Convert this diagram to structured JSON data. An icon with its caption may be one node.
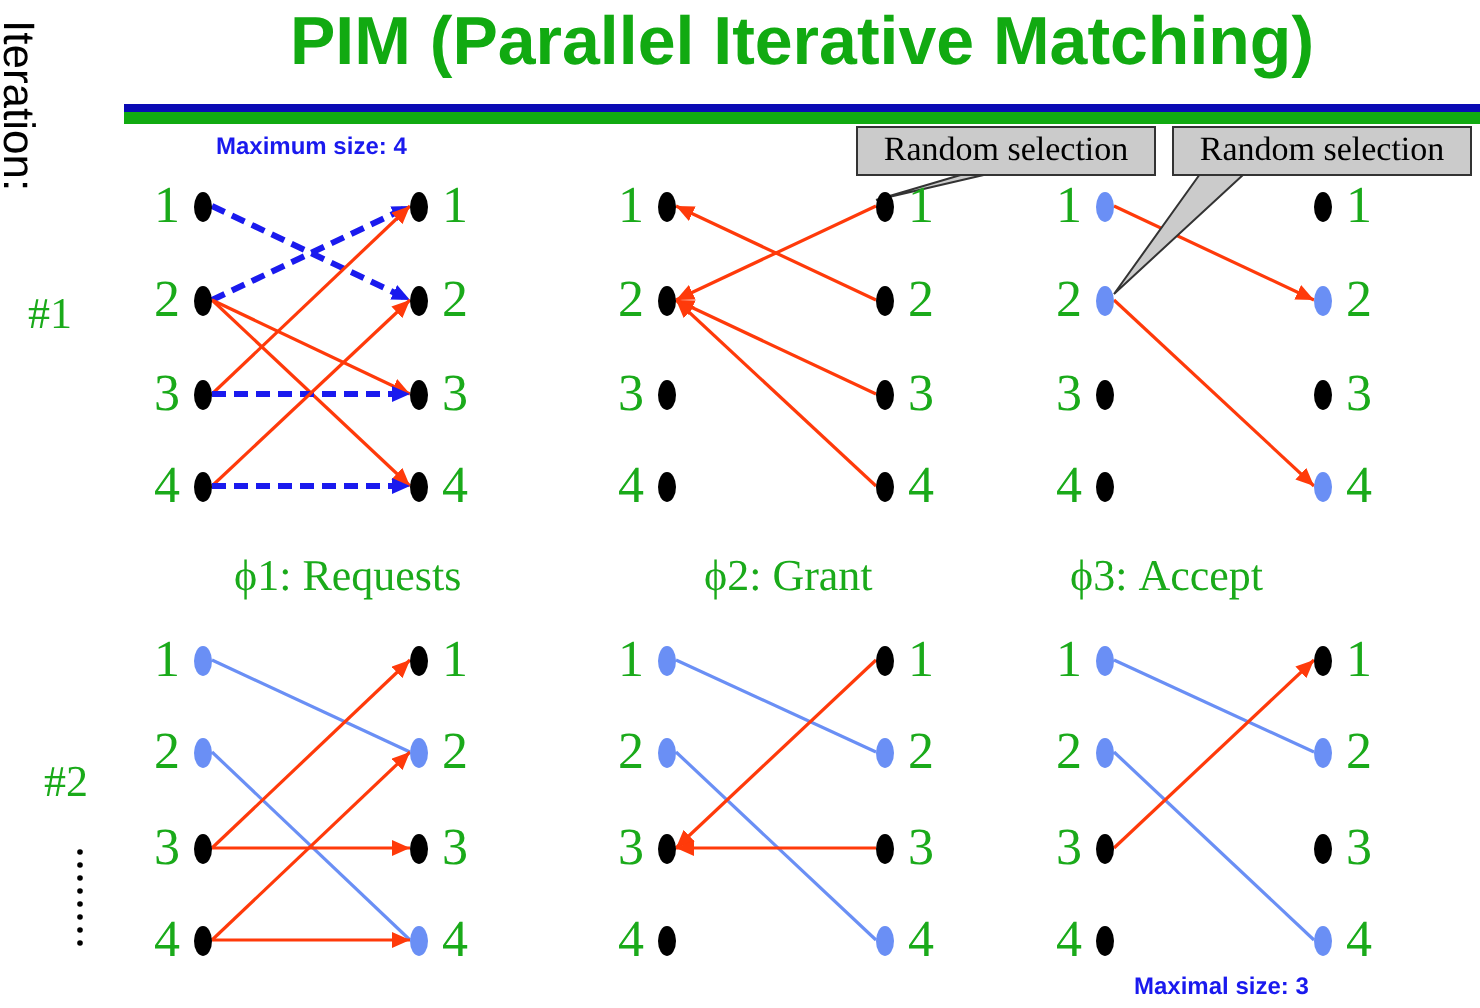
{
  "diagram": {
    "title": "PIM (Parallel Iterative Matching)",
    "nodes": [
      {
        "text": [
          "1"
        ]
      },
      {
        "text": [
          "2"
        ]
      },
      {
        "text": [
          "3"
        ]
      },
      {
        "text": [
          "4"
        ]
      },
      {
        "text": [
          "1"
        ]
      },
      {
        "text": [
          "2"
        ]
      },
      {
        "text": [
          "3"
        ]
      },
      {
        "text": [
          "4"
        ]
      },
      {
        "text": [
          "1"
        ]
      },
      {
        "text": [
          "2"
        ]
      },
      {
        "text": [
          "3"
        ]
      },
      {
        "text": [
          "4"
        ]
      },
      {
        "text": [
          "1"
        ]
      },
      {
        "text": [
          "2"
        ]
      },
      {
        "text": [
          "3"
        ]
      },
      {
        "text": [
          "4"
        ]
      },
      {
        "text": [
          "1"
        ]
      },
      {
        "text": [
          "2"
        ]
      },
      {
        "text": [
          "3"
        ]
      },
      {
        "text": [
          "4"
        ]
      },
      {
        "text": [
          "1"
        ]
      },
      {
        "text": [
          "2"
        ]
      },
      {
        "text": [
          "3"
        ]
      },
      {
        "text": [
          "4"
        ]
      },
      {
        "text": [
          "1"
        ]
      },
      {
        "text": [
          "2"
        ]
      },
      {
        "text": [
          "3"
        ]
      },
      {
        "text": [
          "4"
        ]
      },
      {
        "text": [
          "1"
        ]
      },
      {
        "text": [
          "2"
        ]
      },
      {
        "text": [
          "3"
        ]
      },
      {
        "text": [
          "4"
        ]
      },
      {
        "text": [
          "1"
        ]
      },
      {
        "text": [
          "2"
        ]
      },
      {
        "text": [
          "3"
        ]
      },
      {
        "text": [
          "4"
        ]
      },
      {
        "text": [
          "1"
        ]
      },
      {
        "text": [
          "2"
        ]
      },
      {
        "text": [
          "3"
        ]
      },
      {
        "text": [
          "4"
        ]
      },
      {
        "text": [
          "1"
        ]
      },
      {
        "text": [
          "2"
        ]
      },
      {
        "text": [
          "3"
        ]
      },
      {
        "text": [
          "4"
        ]
      },
      {
        "text": [
          "1"
        ]
      },
      {
        "text": [
          "2"
        ]
      },
      {
        "text": [
          "3"
        ]
      },
      {
        "text": [
          "4"
        ]
      },
      {
        "text": [
          "Random selection"
        ]
      },
      {
        "text": [
          "Random selection"
        ]
      }
    ],
    "edges": [
      {
        "from": 0,
        "to": 5,
        "arrow": "to",
        "style": "dashed",
        "color": "#1a1aee"
      },
      {
        "from": 1,
        "to": 4,
        "arrow": "to",
        "style": "dashed",
        "color": "#1a1aee"
      },
      {
        "from": 1,
        "to": 6,
        "arrow": "to"
      },
      {
        "from": 1,
        "to": 7,
        "arrow": "to"
      },
      {
        "from": 2,
        "to": 4,
        "arrow": "to"
      },
      {
        "from": 2,
        "to": 6,
        "arrow": "to",
        "style": "dashed",
        "color": "#1a1aee"
      },
      {
        "from": 3,
        "to": 5,
        "arrow": "to"
      },
      {
        "from": 3,
        "to": 7,
        "arrow": "to",
        "style": "dashed",
        "color": "#1a1aee"
      },
      {
        "from": 12,
        "to": 9,
        "arrow": "to"
      },
      {
        "from": 13,
        "to": 8,
        "arrow": "to"
      },
      {
        "from": 14,
        "to": 9,
        "arrow": "to"
      },
      {
        "from": 15,
        "to": 9,
        "arrow": "to"
      },
      {
        "from": 16,
        "to": 21,
        "arrow": "to"
      },
      {
        "from": 17,
        "to": 23,
        "arrow": "to"
      },
      {
        "from": 24,
        "to": 29,
        "arrow": "none",
        "color": "#6a8ff5"
      },
      {
        "from": 25,
        "to": 31,
        "arrow": "none",
        "color": "#6a8ff5"
      },
      {
        "from": 26,
        "to": 28,
        "arrow": "to"
      },
      {
        "from": 26,
        "to": 30,
        "arrow": "to"
      },
      {
        "from": 27,
        "to": 29,
        "arrow": "to"
      },
      {
        "from": 27,
        "to": 31,
        "arrow": "to"
      },
      {
        "from": 32,
        "to": 37,
        "arrow": "none",
        "color": "#6a8ff5"
      },
      {
        "from": 33,
        "to": 39,
        "arrow": "none",
        "color": "#6a8ff5"
      },
      {
        "from": 36,
        "to": 34,
        "arrow": "to"
      },
      {
        "from": 38,
        "to": 34,
        "arrow": "to"
      },
      {
        "from": 40,
        "to": 45,
        "arrow": "none",
        "color": "#6a8ff5"
      },
      {
        "from": 41,
        "to": 47,
        "arrow": "none",
        "color": "#6a8ff5"
      },
      {
        "from": 42,
        "to": 44,
        "arrow": "to"
      },
      {
        "from": 48,
        "to": 12,
        "arrow": "none"
      },
      {
        "from": 49,
        "to": 17,
        "arrow": "none"
      }
    ],
    "labels": [
      "Iteration:",
      "Maximum size: 4",
      "#1",
      "ϕ1: Requests",
      "ϕ2: Grant",
      "ϕ3: Accept",
      "#2",
      "Maximal size: 3"
    ]
  }
}
